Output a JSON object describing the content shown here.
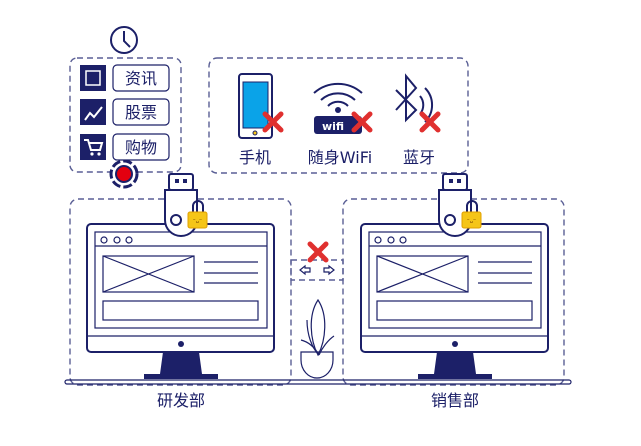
{
  "apps": [
    {
      "label": "资讯",
      "icon": "newspaper-icon"
    },
    {
      "label": "股票",
      "icon": "stock-chart-icon"
    },
    {
      "label": "购物",
      "icon": "shopping-cart-icon"
    }
  ],
  "blocked_devices": [
    {
      "label": "手机",
      "icon": "phone-icon"
    },
    {
      "label": "随身WiFi",
      "icon": "wifi-icon",
      "badge": "wifi"
    },
    {
      "label": "蓝牙",
      "icon": "bluetooth-icon"
    }
  ],
  "departments": [
    {
      "label": "研发部"
    },
    {
      "label": "销售部"
    }
  ],
  "colors": {
    "navy": "#1c2068",
    "red": "#e0302f",
    "blue": "#0aa3e8",
    "lock": "#f5c518"
  }
}
